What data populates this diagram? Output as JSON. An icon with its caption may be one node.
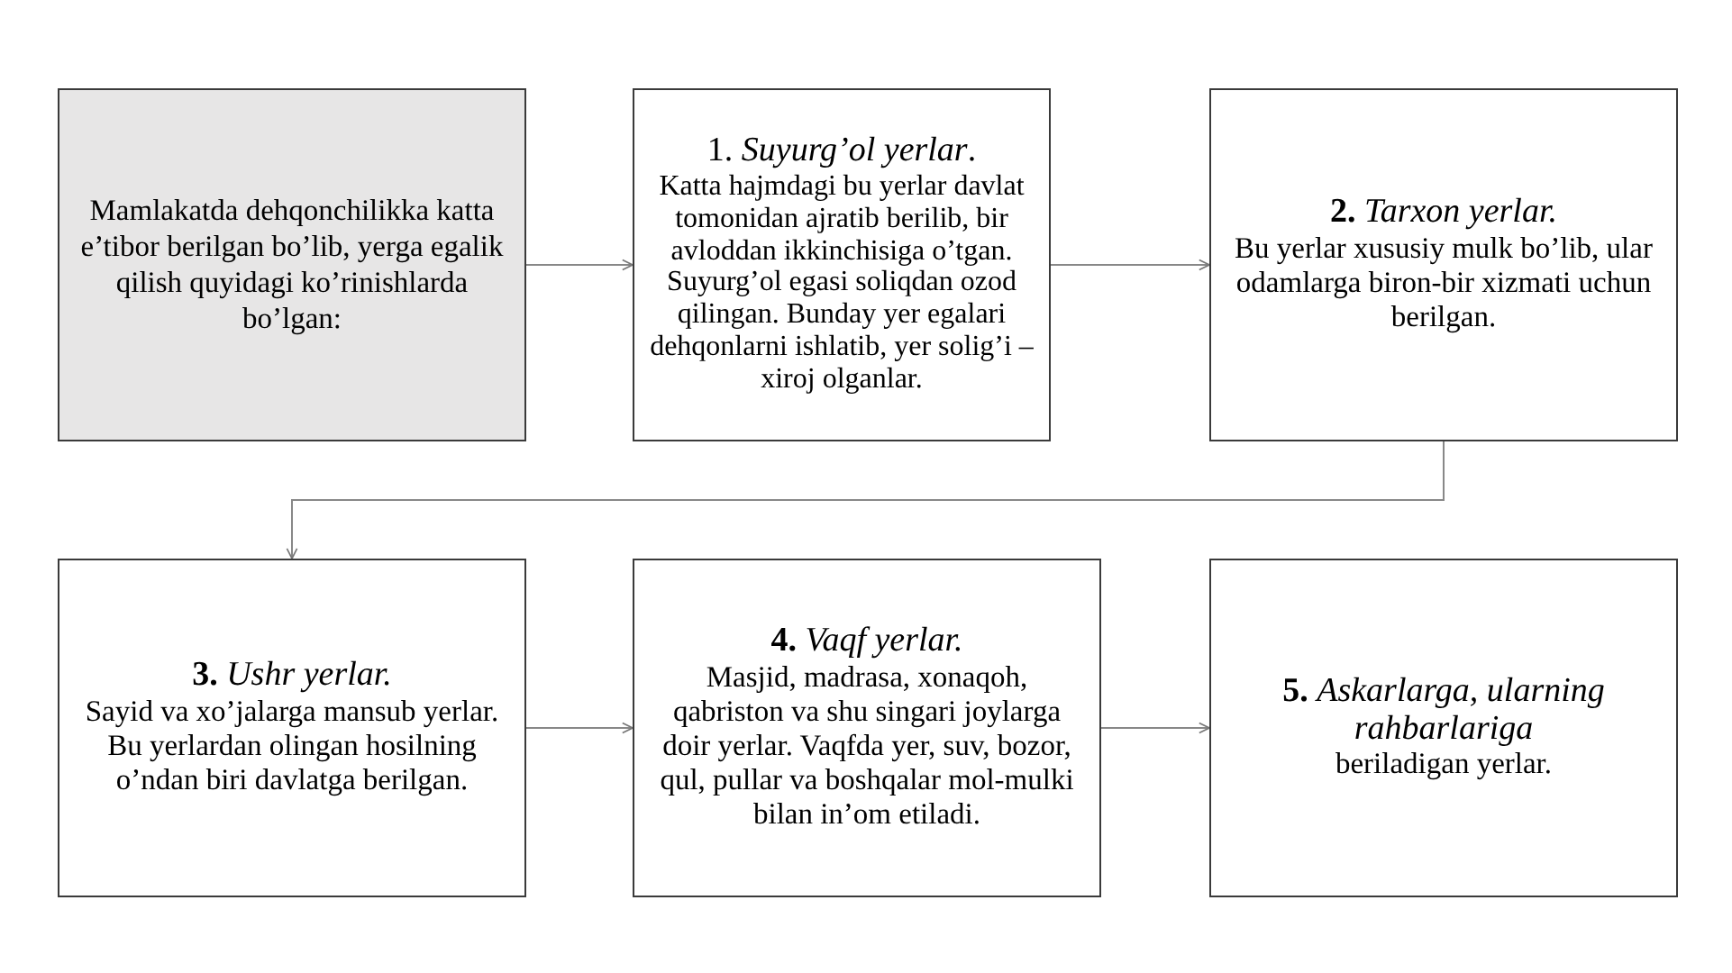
{
  "diagram": {
    "nodes": [
      {
        "text": [
          "Mamlakatda dehqonchilikka katta e’tibor berilgan bo’lib, yerga egalik qilish quyidagi ko’rinishlarda bo’lgan:"
        ]
      },
      {
        "text": [
          "1. *Suyurg’ol yerlar*.",
          "Katta hajmdagi bu yerlar davlat tomonidan ajratib berilib, bir avloddan ikkinchisiga o’tgan. Suyurg’ol egasi soliqdan ozod qilingan. Bunday yer egalari dehqonlarni ishlatib, yer solig’i – xiroj olganlar."
        ]
      },
      {
        "text": [
          "**2.** *Tarxon yerlar.*",
          "Bu yerlar xususiy mulk bo’lib, ular odamlarga biron-bir xizmati uchun berilgan."
        ]
      },
      {
        "text": [
          "**3.** *Ushr yerlar.*",
          "Sayid va xo’jalarga mansub yerlar. Bu yerlardan olingan hosilning o’ndan biri davlatga berilgan."
        ]
      },
      {
        "text": [
          "**4.** *Vaqf yerlar.*",
          "Masjid, madrasa, xonaqoh, qabriston va shu singari joylarga doir yerlar. Vaqfda yer, suv, bozor, qul, pullar va boshqalar mol-mulki bilan in’om etiladi."
        ]
      },
      {
        "text": [
          "**5.** *Askarlarga, ularning rahbarlariga*",
          "beriladigan yerlar."
        ]
      }
    ],
    "edges": [
      {
        "from": 0,
        "to": 1,
        "arrow": "to"
      },
      {
        "from": 1,
        "to": 2,
        "arrow": "to"
      },
      {
        "from": 2,
        "to": 3,
        "arrow": "to"
      },
      {
        "from": 3,
        "to": 4,
        "arrow": "to"
      },
      {
        "from": 4,
        "to": 5,
        "arrow": "to"
      }
    ]
  }
}
